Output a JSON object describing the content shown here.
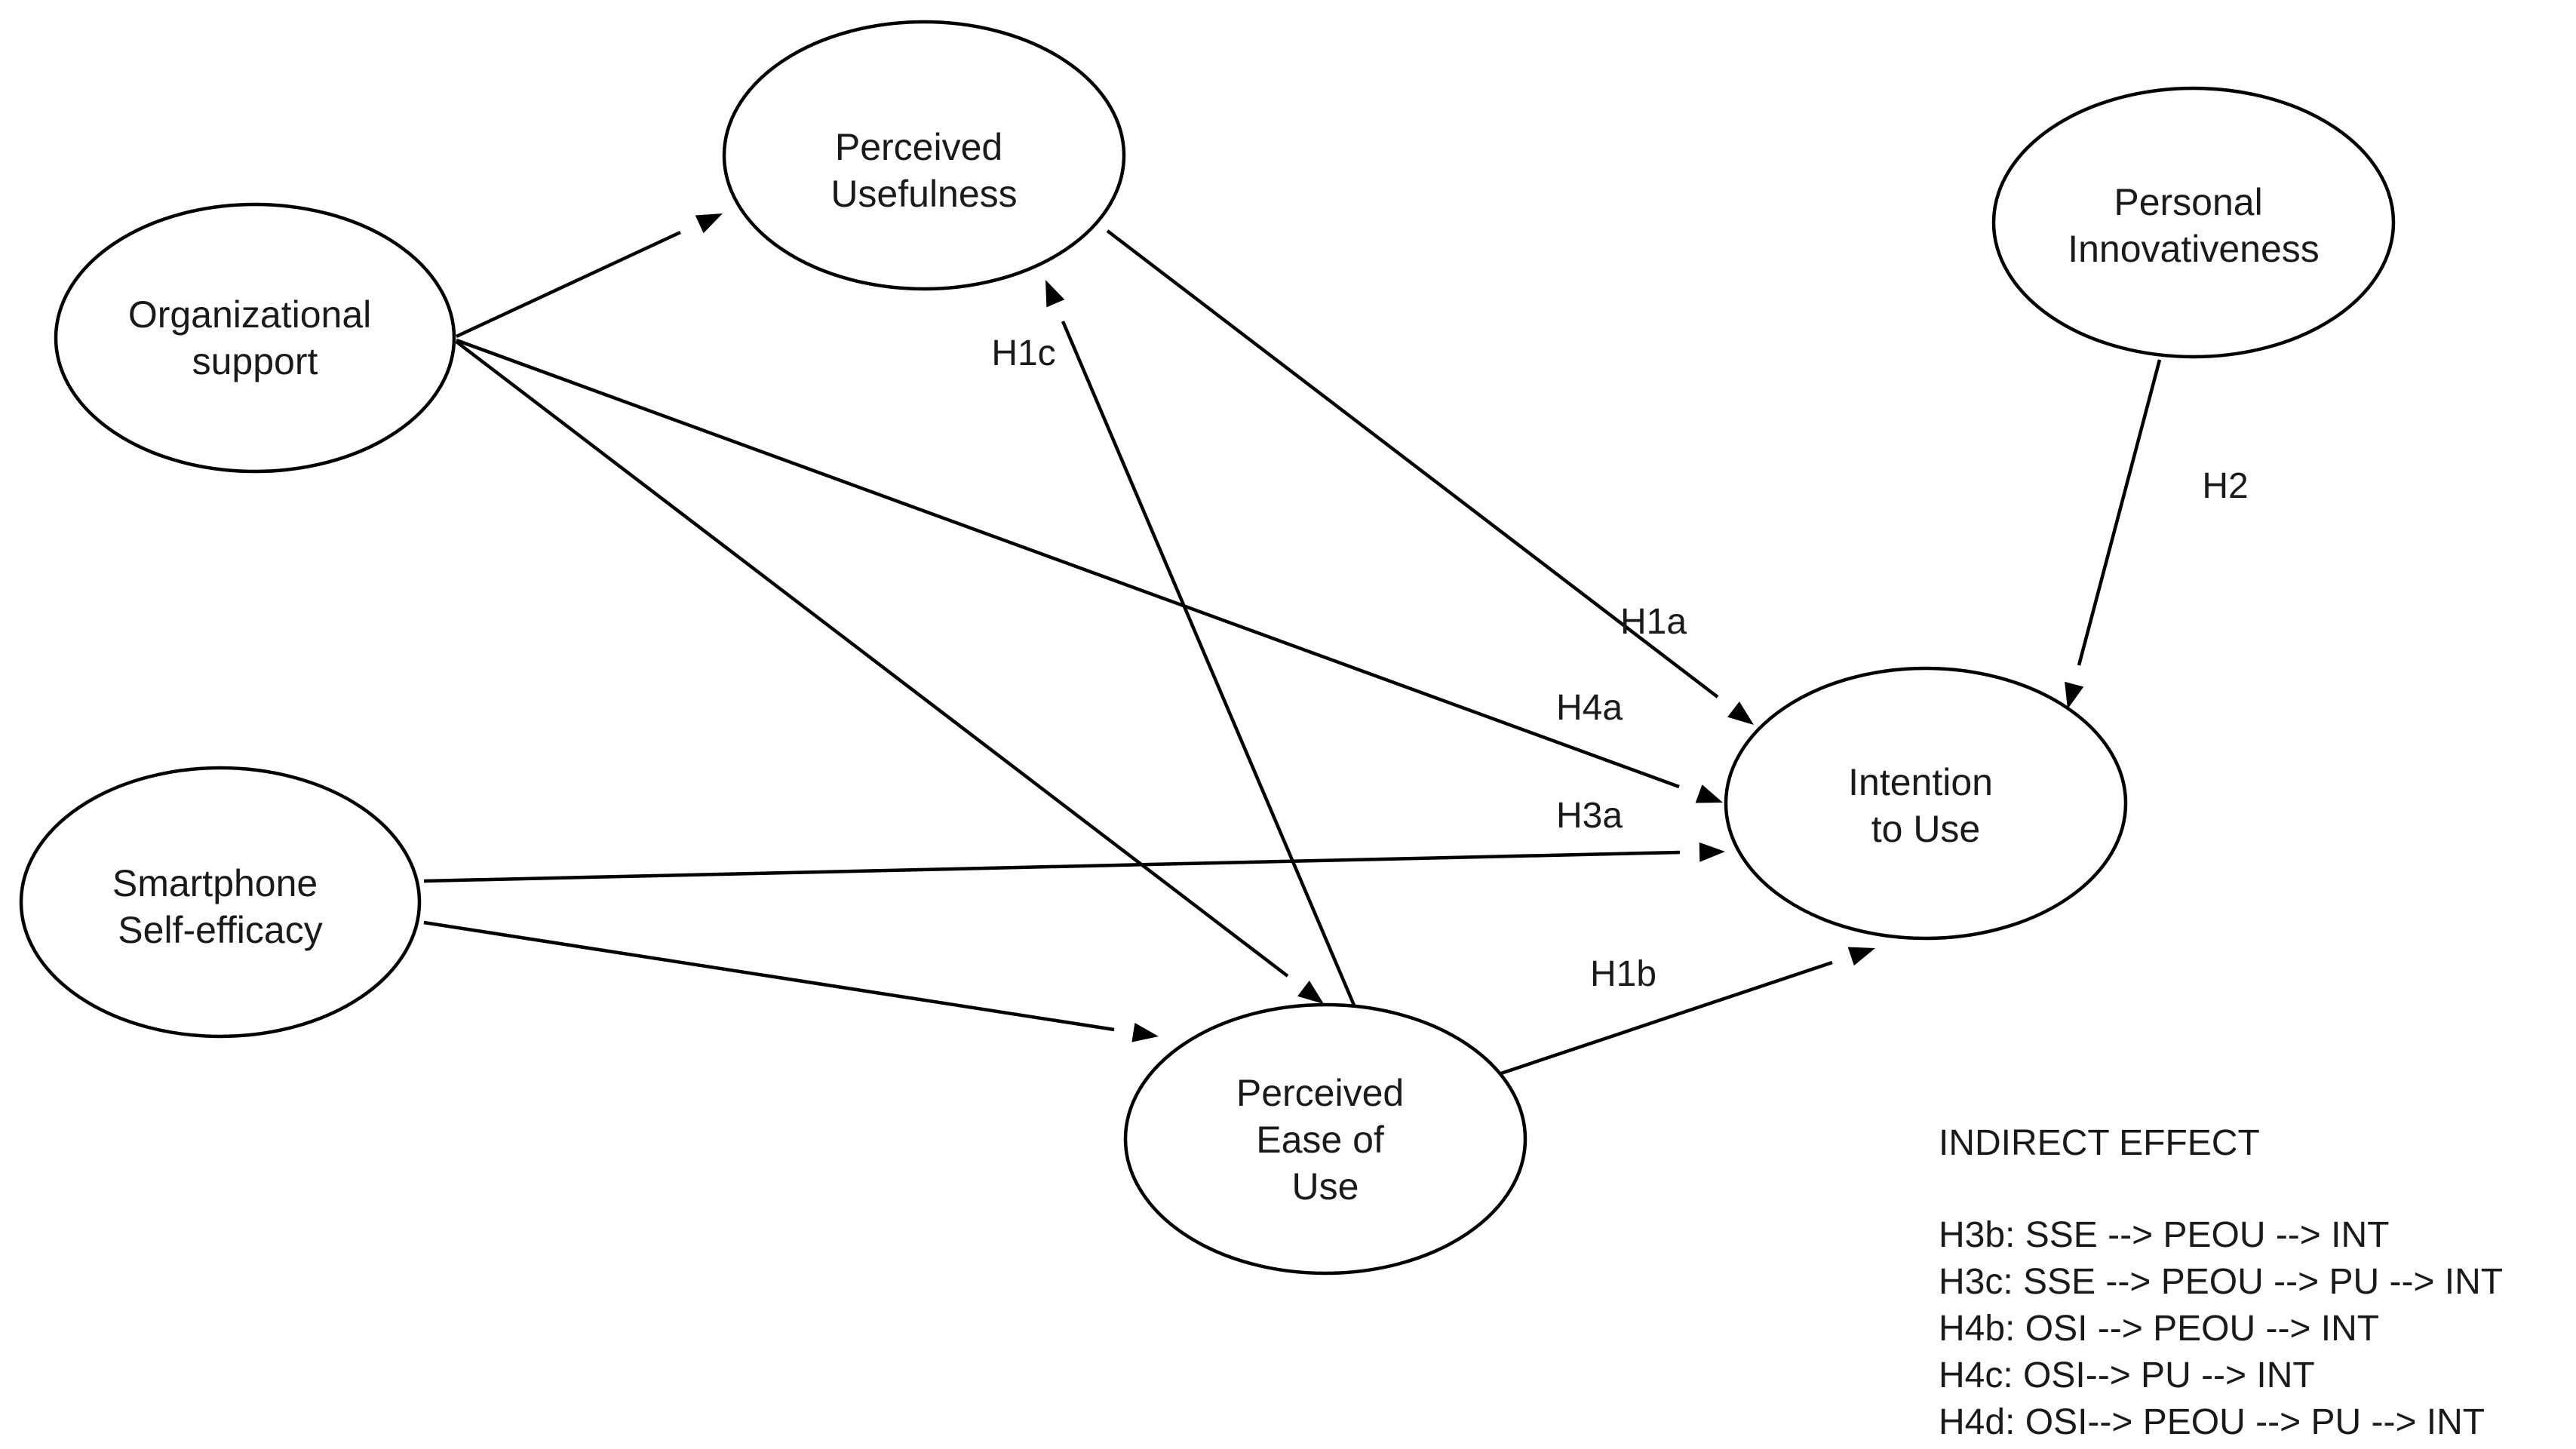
{
  "diagram": {
    "nodes": {
      "organizational_support": {
        "lines": [
          "Organizational",
          "support"
        ]
      },
      "perceived_usefulness": {
        "lines": [
          "Perceived",
          "Usefulness"
        ]
      },
      "personal_innovativeness": {
        "lines": [
          "Personal",
          "Innovativeness"
        ]
      },
      "smartphone_self_efficacy": {
        "lines": [
          "Smartphone",
          "Self-efficacy"
        ]
      },
      "intention_to_use": {
        "lines": [
          "Intention",
          "to Use"
        ]
      },
      "perceived_ease_of_use": {
        "lines": [
          "Perceived",
          "Ease of",
          "Use"
        ]
      }
    },
    "edges": {
      "os_to_pu": {
        "from": "Organizational support",
        "to": "Perceived Usefulness",
        "label": ""
      },
      "os_to_int": {
        "from": "Organizational support",
        "to": "Intention to Use",
        "label": "H4a"
      },
      "os_to_peou": {
        "from": "Organizational support",
        "to": "Perceived Ease of Use",
        "label": ""
      },
      "pu_to_int": {
        "from": "Perceived Usefulness",
        "to": "Intention to Use",
        "label": "H1a"
      },
      "peou_to_pu": {
        "from": "Perceived Ease of Use",
        "to": "Perceived Usefulness",
        "label": "H1c"
      },
      "pi_to_int": {
        "from": "Personal Innovativeness",
        "to": "Intention to Use",
        "label": "H2"
      },
      "sse_to_int": {
        "from": "Smartphone Self-efficacy",
        "to": "Intention to Use",
        "label": "H3a"
      },
      "sse_to_peou": {
        "from": "Smartphone Self-efficacy",
        "to": "Perceived Ease of Use",
        "label": ""
      },
      "peou_to_int": {
        "from": "Perceived Ease of Use",
        "to": "Intention to Use",
        "label": "H1b"
      }
    },
    "indirect_effect": {
      "title": "INDIRECT EFFECT",
      "lines": [
        "H3b: SSE --> PEOU --> INT",
        "H3c: SSE --> PEOU --> PU --> INT",
        "H4b: OSI --> PEOU --> INT",
        "H4c: OSI--> PU --> INT",
        "H4d: OSI--> PEOU --> PU --> INT"
      ]
    }
  }
}
